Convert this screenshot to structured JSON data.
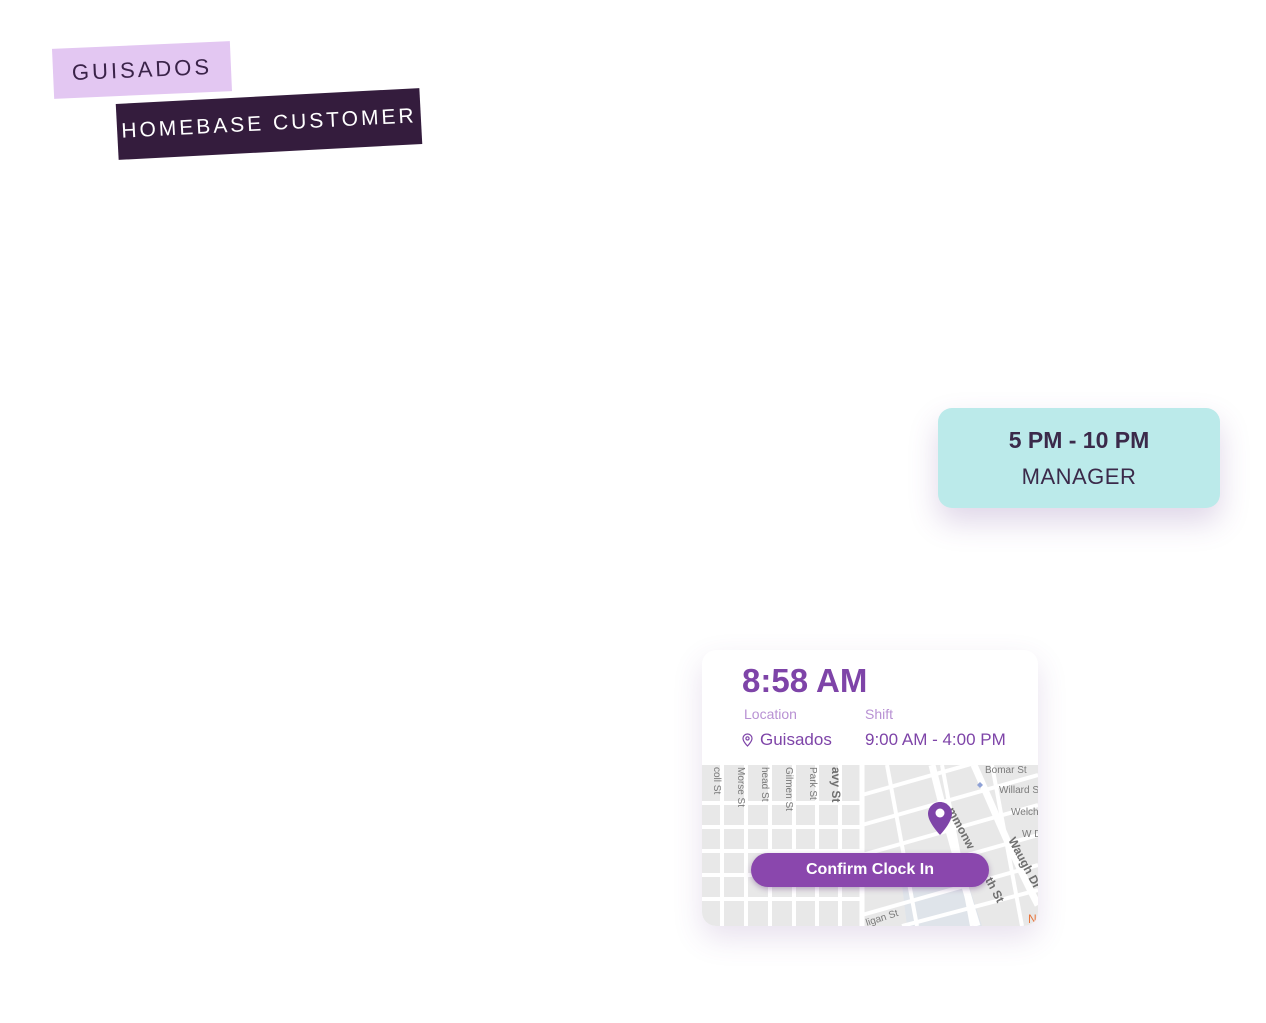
{
  "tags": {
    "customer_name": "GUISADOS",
    "customer_type": "HOMEBASE CUSTOMER"
  },
  "shift_card": {
    "time": "5 PM - 10 PM",
    "role": "MANAGER"
  },
  "clock_card": {
    "current_time": "8:58 AM",
    "location_label": "Location",
    "location_value": "Guisados",
    "shift_label": "Shift",
    "shift_value": "9:00 AM - 4:00 PM",
    "confirm_label": "Confirm Clock In",
    "map_streets": {
      "s1": "coll St",
      "s2": "Morse St",
      "s3": "head St",
      "s4": "Gilmen St",
      "s5": "Park St",
      "s6": "avy St",
      "s7": "Bomar St",
      "s8": "Willard S",
      "s9": "Welch",
      "s10": "W D",
      "s11": "mmonw",
      "s12": "th St",
      "s13": "Waugh Dr",
      "s14": "ligan St",
      "s15": "N"
    }
  },
  "colors": {
    "brand_purple": "#7e44a8",
    "button_purple": "#8a47ad",
    "label_purple": "#b891d3",
    "tag_light": "#e3c7f2",
    "tag_dark": "#341c3d",
    "shift_teal": "#bbeaea"
  },
  "icons": {
    "location_pin": "location-pin-icon",
    "map_marker": "map-marker-icon"
  }
}
